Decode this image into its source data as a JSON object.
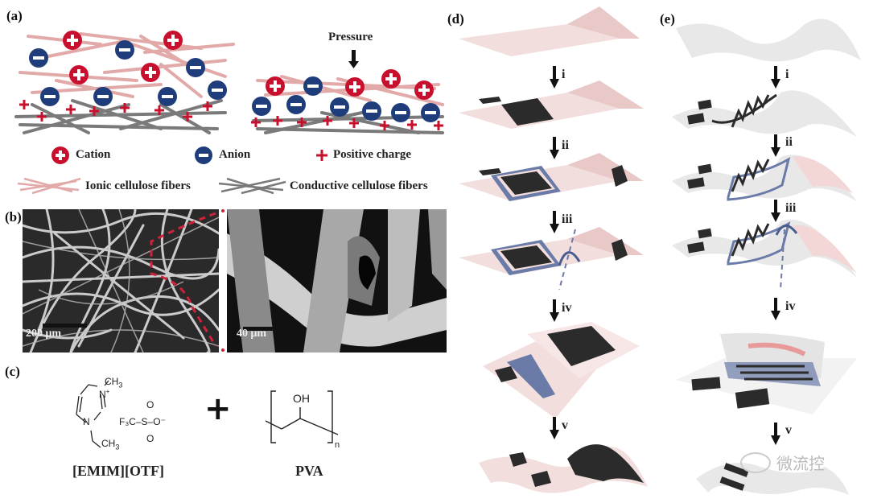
{
  "panels": {
    "a": {
      "label": "(a)",
      "pressure_label": "Pressure",
      "legend": {
        "cation": "Cation",
        "anion": "Anion",
        "positive_charge": "Positive charge",
        "ionic_fibers": "Ionic cellulose fibers",
        "conductive_fibers": "Conductive cellulose fibers"
      }
    },
    "b": {
      "label": "(b)",
      "scale_left": "200 μm",
      "scale_right": "40 μm"
    },
    "c": {
      "label": "(c)",
      "compound1": {
        "name": "[EMIM][OTF]",
        "methyl": "CH",
        "methyl_sub": "3",
        "ethyl": "CH",
        "ethyl_sub": "3",
        "n_plus": "N",
        "n_plus_sup": "+",
        "n": "N",
        "triflate": "F₃C–S–O⁻",
        "o_top": "O",
        "o_bottom": "O"
      },
      "plus": "+",
      "compound2": {
        "name": "PVA",
        "oh": "OH",
        "n": "n"
      }
    },
    "d": {
      "label": "(d)",
      "steps": [
        "i",
        "ii",
        "iii",
        "iv",
        "v"
      ]
    },
    "e": {
      "label": "(e)",
      "steps": [
        "i",
        "ii",
        "iii",
        "iv",
        "v"
      ]
    }
  },
  "watermark": "微流控",
  "colors": {
    "cation": "#c8102e",
    "anion": "#1f3d7a",
    "ionic_fiber": "#e2a9a9",
    "conductive_fiber": "#7a7a7a",
    "substrate_pink": "#f3dede",
    "electrode": "#2b2b2b",
    "frame_blue": "#6a7ba8"
  }
}
